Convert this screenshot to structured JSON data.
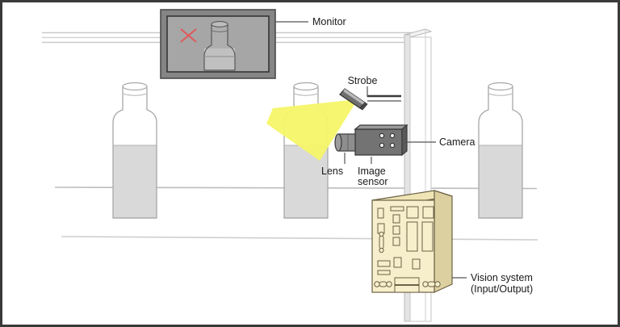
{
  "figure": {
    "title": "Machine vision bottle fill-level inspection system",
    "border_color": "#3a3a3a",
    "background": "#ffffff"
  },
  "labels": {
    "monitor": "Monitor",
    "strobe": "Strobe",
    "camera": "Camera",
    "lens": "Lens",
    "image_sensor_line1": "Image",
    "image_sensor_line2": "sensor",
    "vision_system_line1": "Vision system",
    "vision_system_line2": "(Input/Output)"
  },
  "colors": {
    "leader_line": "#555555",
    "monitor_frame": "#808080",
    "monitor_screen": "#a6a6a6",
    "reject_mark": "#e05555",
    "bottle_outline": "#9a9a9a",
    "bottle_liquid": "#d9d9d9",
    "camera_body": "#6e6e6e",
    "camera_lens": "#888888",
    "strobe_body": "#6b6b6b",
    "light_beam": "#f5f56a",
    "vision_box_face": "#f5ecc8",
    "vision_box_top": "#efe4b5",
    "vision_box_side": "#ddd0a0",
    "vision_box_outline": "#6b6145",
    "rail": "#cccccc",
    "column": "#c8c8c8"
  },
  "monitor": {
    "reject_symbol": "X",
    "shows": "bottle with low fill level"
  },
  "bottles": [
    {
      "id": "bottle-left",
      "fill_state": "normal"
    },
    {
      "id": "bottle-center-inspected",
      "fill_state": "normal"
    },
    {
      "id": "bottle-right",
      "fill_state": "normal"
    }
  ],
  "vision_panel": {
    "connector_rows": 3,
    "description": "Input/Output controller front panel with terminals and slots"
  }
}
